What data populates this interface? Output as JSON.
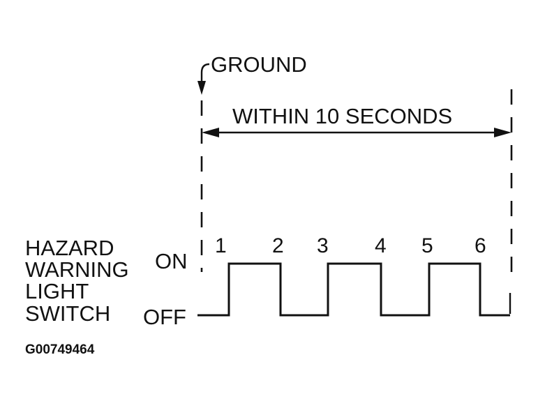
{
  "diagram": {
    "ground_label": "GROUND",
    "duration_label": "WITHIN 10 SECONDS",
    "switch_label_lines": [
      "HAZARD",
      "WARNING",
      "LIGHT",
      "SWITCH"
    ],
    "state_on": "ON",
    "state_off": "OFF",
    "pulse_numbers": [
      "1",
      "2",
      "3",
      "4",
      "5",
      "6"
    ],
    "figure_code": "G00749464",
    "pulse_count": 3
  }
}
